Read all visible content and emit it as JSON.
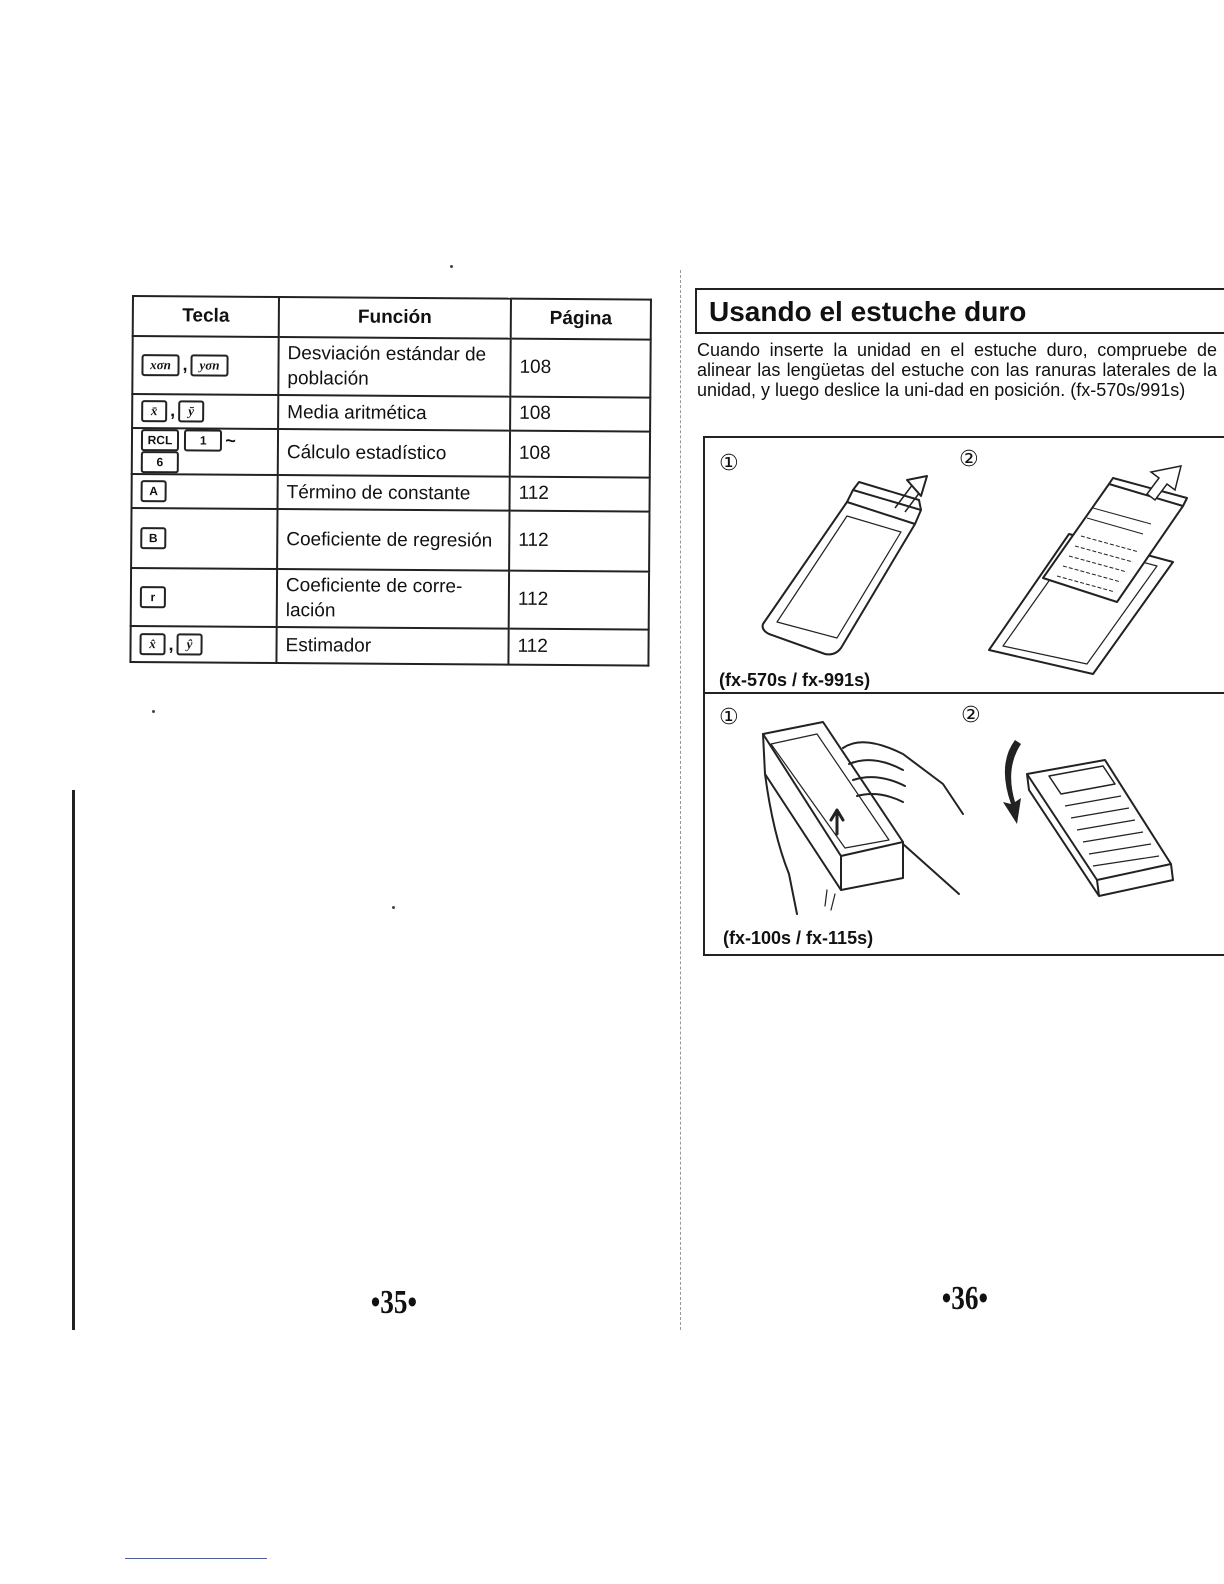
{
  "left_page": {
    "table": {
      "headers": {
        "key": "Tecla",
        "function": "Función",
        "page": "Página"
      },
      "rows": [
        {
          "keys": [
            "xσn",
            "yσn"
          ],
          "function": "Desviación estándar de población",
          "page": "108"
        },
        {
          "keys": [
            "x̄",
            "ȳ"
          ],
          "function": "Media aritmética",
          "page": "108"
        },
        {
          "keys": [
            "RCL",
            "1",
            "~",
            "6"
          ],
          "function": "Cálculo estadístico",
          "page": "108"
        },
        {
          "keys": [
            "A"
          ],
          "function": "Término de constante",
          "page": "112"
        },
        {
          "keys": [
            "B"
          ],
          "function": "Coeficiente de regresión",
          "page": "112"
        },
        {
          "keys": [
            "r"
          ],
          "function": "Coeficiente de corre-lación",
          "page": "112"
        },
        {
          "keys": [
            "x̂",
            "ŷ"
          ],
          "function": "Estimador",
          "page": "112"
        }
      ]
    },
    "page_number": "•35•"
  },
  "right_page": {
    "section_title": "Usando el estuche duro",
    "intro": "Cuando inserte la unidad en el estuche duro, compruebe de alinear las lengüetas del estuche con las ranuras laterales de la unidad, y luego deslice la uni-dad en posición. (fx-570s/991s)",
    "figure_top": {
      "step1": "①",
      "step2": "②",
      "caption": "(fx-570s / fx-991s)"
    },
    "figure_bottom": {
      "step1": "①",
      "step2": "②",
      "caption": "(fx-100s / fx-115s)"
    },
    "page_number": "•36•"
  }
}
